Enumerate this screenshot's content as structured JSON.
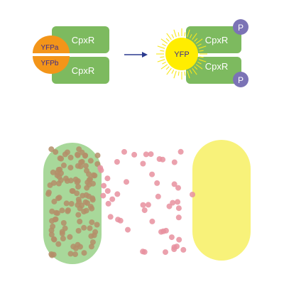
{
  "colors": {
    "cpx_green": "#7dba5f",
    "yfp_orange": "#f39519",
    "yfp_yellow": "#ffed00",
    "ray_yellow": "#f8e71c",
    "phospho_purple": "#7b73b5",
    "arrow_navy": "#2b3a8f",
    "cell_green": "#a8d89a",
    "cell_yellow": "#f8f27a",
    "dot_pink": "#e8919f",
    "dot_brown": "#b48e68",
    "text_dark": "#3a2a8c",
    "text_white": "#ffffff"
  },
  "left_complex": {
    "top_cpxr_label": "CpxR",
    "bottom_cpxr_label": "CpxR",
    "yfp_a_label": "YFPa",
    "yfp_b_label": "YFPb"
  },
  "right_complex": {
    "top_cpxr_label": "CpxR",
    "bottom_cpxr_label": "CpxR",
    "yfp_label": "YFP",
    "phospho_top_label": "P",
    "phospho_bottom_label": "P"
  },
  "arrow_icon": "right-arrow-icon"
}
